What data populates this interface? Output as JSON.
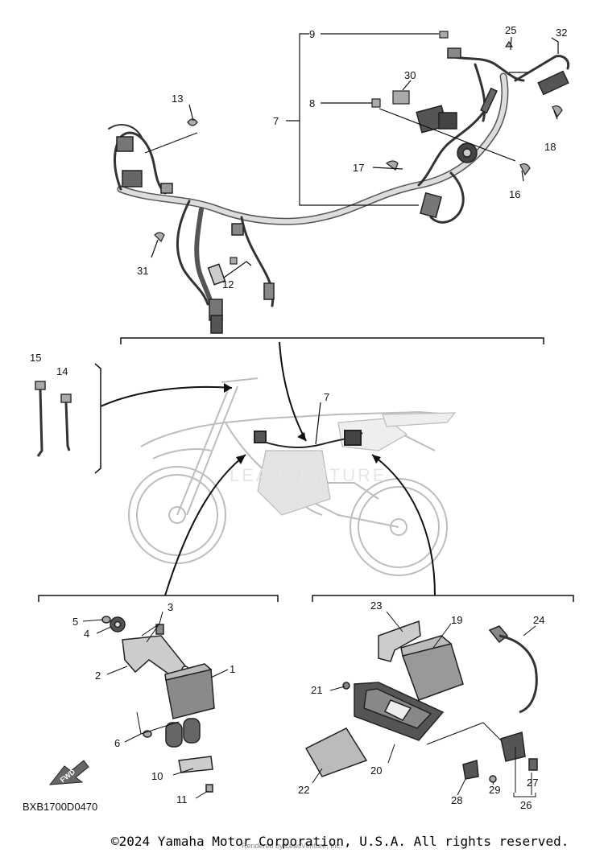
{
  "diagram_code": "BXB1700D0470",
  "copyright": "©2024 Yamaha Motor Corporation, U.S.A. All rights reserved.",
  "render_credit": "Rendered by LeadVenture, Inc.",
  "fwd_label": "FWD",
  "watermark": "LEADVENTURE",
  "callouts": {
    "c1": "1",
    "c2": "2",
    "c3": "3",
    "c4": "4",
    "c5": "5",
    "c6": "6",
    "c7": "7",
    "c7b": "7",
    "c8": "8",
    "c9": "9",
    "c10": "10",
    "c11": "11",
    "c12": "12",
    "c13": "13",
    "c14": "14",
    "c15": "15",
    "c16": "16",
    "c17": "17",
    "c18": "18",
    "c19": "19",
    "c20": "20",
    "c21": "21",
    "c22": "22",
    "c23": "23",
    "c24": "24",
    "c25": "25",
    "c26": "26",
    "c27": "27",
    "c28": "28",
    "c29": "29",
    "c30": "30",
    "c31": "31",
    "c32": "32"
  },
  "colors": {
    "line": "#111111",
    "part": "#444444",
    "bike": "#bdbdbd",
    "fill": "#9a9a9a"
  }
}
